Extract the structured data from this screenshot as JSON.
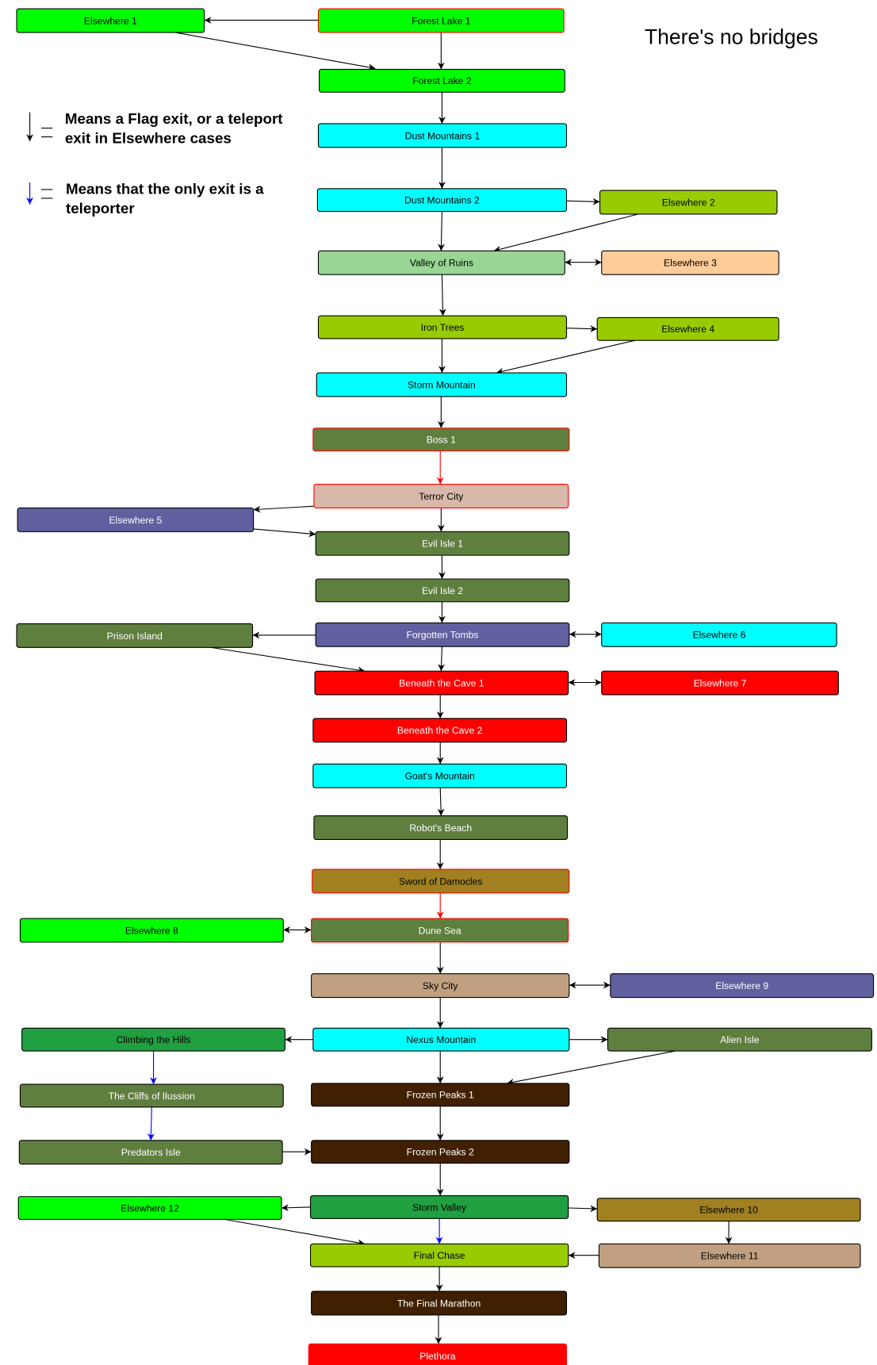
{
  "title": "There's no bridges",
  "legend": [
    {
      "arrow_color": "#000000",
      "lines": [
        "Means a Flag exit, or a teleport",
        "exit in Elsewhere cases"
      ]
    },
    {
      "arrow_color": "#0000ff",
      "lines": [
        "Means that the only exit is a",
        "teleporter"
      ]
    }
  ],
  "colors": {
    "green": "#00ff00",
    "cyan": "#00ffff",
    "lime": "#99cc00",
    "light_green": "#99d594",
    "peach": "#ffcc99",
    "olive": "#5f7f3f",
    "rose": "#d8b8a8",
    "purple": "#6060a0",
    "red": "#ff0000",
    "gold": "#a08020",
    "tan": "#c0a080",
    "dark_green": "#20a040",
    "brown": "#402000"
  },
  "nodes": [
    {
      "id": "e1",
      "label": "Elsewhere 1",
      "fill": "#00ff00",
      "text": "#000000",
      "border": "#000000"
    },
    {
      "id": "fl1",
      "label": "Forest Lake 1",
      "fill": "#00ff00",
      "text": "#000000",
      "border": "#ff0000"
    },
    {
      "id": "fl2",
      "label": "Forest Lake 2",
      "fill": "#00ff00",
      "text": "#000000",
      "border": "#000000"
    },
    {
      "id": "dm1",
      "label": "Dust Mountains 1",
      "fill": "#00ffff",
      "text": "#000000",
      "border": "#000000"
    },
    {
      "id": "dm2",
      "label": "Dust Mountains 2",
      "fill": "#00ffff",
      "text": "#000000",
      "border": "#000000"
    },
    {
      "id": "e2",
      "label": "Elsewhere 2",
      "fill": "#99cc00",
      "text": "#000000",
      "border": "#000000"
    },
    {
      "id": "vor",
      "label": "Valley of Ruins",
      "fill": "#99d594",
      "text": "#000000",
      "border": "#000000"
    },
    {
      "id": "e3",
      "label": "Elsewhere 3",
      "fill": "#ffcc99",
      "text": "#000000",
      "border": "#000000"
    },
    {
      "id": "it",
      "label": "Iron Trees",
      "fill": "#99cc00",
      "text": "#000000",
      "border": "#000000"
    },
    {
      "id": "e4",
      "label": "Elsewhere 4",
      "fill": "#99cc00",
      "text": "#000000",
      "border": "#000000"
    },
    {
      "id": "sm",
      "label": "Storm Mountain",
      "fill": "#00ffff",
      "text": "#000000",
      "border": "#000000"
    },
    {
      "id": "b1",
      "label": "Boss 1",
      "fill": "#5f7f3f",
      "text": "#ffffff",
      "border": "#ff0000"
    },
    {
      "id": "tc",
      "label": "Terror City",
      "fill": "#d8b8a8",
      "text": "#000000",
      "border": "#ff0000"
    },
    {
      "id": "e5",
      "label": "Elsewhere 5",
      "fill": "#6060a0",
      "text": "#ffffff",
      "border": "#000000"
    },
    {
      "id": "ei1",
      "label": "Evil Isle 1",
      "fill": "#5f7f3f",
      "text": "#ffffff",
      "border": "#000000"
    },
    {
      "id": "ei2",
      "label": "Evil Isle 2",
      "fill": "#5f7f3f",
      "text": "#ffffff",
      "border": "#000000"
    },
    {
      "id": "pi",
      "label": "Prison Island",
      "fill": "#5f7f3f",
      "text": "#ffffff",
      "border": "#000000"
    },
    {
      "id": "ft",
      "label": "Forgotten Tombs",
      "fill": "#6060a0",
      "text": "#ffffff",
      "border": "#000000"
    },
    {
      "id": "e6",
      "label": "Elsewhere 6",
      "fill": "#00ffff",
      "text": "#000000",
      "border": "#000000"
    },
    {
      "id": "btc1",
      "label": "Beneath the Cave 1",
      "fill": "#ff0000",
      "text": "#ffffff",
      "border": "#000000"
    },
    {
      "id": "e7",
      "label": "Elsewhere 7",
      "fill": "#ff0000",
      "text": "#ffffff",
      "border": "#000000"
    },
    {
      "id": "btc2",
      "label": "Beneath the Cave 2",
      "fill": "#ff0000",
      "text": "#ffffff",
      "border": "#000000"
    },
    {
      "id": "gm",
      "label": "Goat's Mountain",
      "fill": "#00ffff",
      "text": "#000000",
      "border": "#000000"
    },
    {
      "id": "rb",
      "label": "Robot's Beach",
      "fill": "#5f7f3f",
      "text": "#ffffff",
      "border": "#000000"
    },
    {
      "id": "sod",
      "label": "Sword of Damocles",
      "fill": "#a08020",
      "text": "#000000",
      "border": "#ff0000"
    },
    {
      "id": "e8",
      "label": "Elsewhere 8",
      "fill": "#00ff00",
      "text": "#000000",
      "border": "#000000"
    },
    {
      "id": "ds",
      "label": "Dune Sea",
      "fill": "#5f7f3f",
      "text": "#ffffff",
      "border": "#ff0000"
    },
    {
      "id": "sc",
      "label": "Sky City",
      "fill": "#c0a080",
      "text": "#000000",
      "border": "#000000"
    },
    {
      "id": "e9",
      "label": "Elsewhere 9",
      "fill": "#6060a0",
      "text": "#ffffff",
      "border": "#000000"
    },
    {
      "id": "cth",
      "label": "Climbing the Hills",
      "fill": "#20a040",
      "text": "#000000",
      "border": "#000000"
    },
    {
      "id": "nm",
      "label": "Nexus Mountain",
      "fill": "#00ffff",
      "text": "#000000",
      "border": "#000000"
    },
    {
      "id": "ai",
      "label": "Alien Isle",
      "fill": "#5f7f3f",
      "text": "#ffffff",
      "border": "#000000"
    },
    {
      "id": "coi",
      "label": "The Cliffs of Ilussion",
      "fill": "#5f7f3f",
      "text": "#ffffff",
      "border": "#000000"
    },
    {
      "id": "fp1",
      "label": "Frozen Peaks 1",
      "fill": "#402000",
      "text": "#ffffff",
      "border": "#000000"
    },
    {
      "id": "pri",
      "label": "Predators Isle",
      "fill": "#5f7f3f",
      "text": "#ffffff",
      "border": "#000000"
    },
    {
      "id": "fp2",
      "label": "Frozen Peaks 2",
      "fill": "#402000",
      "text": "#ffffff",
      "border": "#000000"
    },
    {
      "id": "e12",
      "label": "Elsewhere 12",
      "fill": "#00ff00",
      "text": "#000000",
      "border": "#000000"
    },
    {
      "id": "sv",
      "label": "Storm Valley",
      "fill": "#20a040",
      "text": "#000000",
      "border": "#000000"
    },
    {
      "id": "e10",
      "label": "Elsewhere 10",
      "fill": "#a08020",
      "text": "#000000",
      "border": "#000000"
    },
    {
      "id": "fc",
      "label": "Final Chase",
      "fill": "#99cc00",
      "text": "#000000",
      "border": "#000000"
    },
    {
      "id": "e11",
      "label": "Elsewhere 11",
      "fill": "#c0a080",
      "text": "#000000",
      "border": "#000000"
    },
    {
      "id": "tfm",
      "label": "The Final Marathon",
      "fill": "#402000",
      "text": "#ffffff",
      "border": "#000000"
    },
    {
      "id": "ple",
      "label": "Plethora",
      "fill": "#ff0000",
      "text": "#ffffff",
      "border": "#ff0000"
    }
  ],
  "edges": [
    {
      "from": "fl1",
      "to": "e1",
      "color": "black"
    },
    {
      "from": "e1",
      "to": "fl2",
      "color": "black"
    },
    {
      "from": "fl1",
      "to": "fl2",
      "color": "black"
    },
    {
      "from": "fl2",
      "to": "dm1",
      "color": "black"
    },
    {
      "from": "dm1",
      "to": "dm2",
      "color": "black"
    },
    {
      "from": "dm2",
      "to": "e2",
      "color": "black"
    },
    {
      "from": "e2",
      "to": "vor",
      "color": "black"
    },
    {
      "from": "dm2",
      "to": "vor",
      "color": "black"
    },
    {
      "from": "vor",
      "to": "e3",
      "color": "black",
      "both": true
    },
    {
      "from": "vor",
      "to": "it",
      "color": "black"
    },
    {
      "from": "it",
      "to": "e4",
      "color": "black"
    },
    {
      "from": "e4",
      "to": "sm",
      "color": "black"
    },
    {
      "from": "it",
      "to": "sm",
      "color": "black"
    },
    {
      "from": "sm",
      "to": "b1",
      "color": "black"
    },
    {
      "from": "b1",
      "to": "tc",
      "color": "red"
    },
    {
      "from": "tc",
      "to": "e5",
      "color": "black"
    },
    {
      "from": "e5",
      "to": "ei1",
      "color": "black"
    },
    {
      "from": "tc",
      "to": "ei1",
      "color": "black"
    },
    {
      "from": "ei1",
      "to": "ei2",
      "color": "black"
    },
    {
      "from": "ei2",
      "to": "ft",
      "color": "black"
    },
    {
      "from": "ft",
      "to": "pi",
      "color": "black"
    },
    {
      "from": "pi",
      "to": "btc1",
      "color": "black"
    },
    {
      "from": "ft",
      "to": "e6",
      "color": "black",
      "both": true
    },
    {
      "from": "ft",
      "to": "btc1",
      "color": "black"
    },
    {
      "from": "btc1",
      "to": "e7",
      "color": "black",
      "both": true
    },
    {
      "from": "btc1",
      "to": "btc2",
      "color": "black"
    },
    {
      "from": "btc2",
      "to": "gm",
      "color": "black"
    },
    {
      "from": "gm",
      "to": "rb",
      "color": "black"
    },
    {
      "from": "rb",
      "to": "sod",
      "color": "black"
    },
    {
      "from": "sod",
      "to": "ds",
      "color": "red"
    },
    {
      "from": "ds",
      "to": "e8",
      "color": "black",
      "both": true
    },
    {
      "from": "ds",
      "to": "sc",
      "color": "black"
    },
    {
      "from": "sc",
      "to": "e9",
      "color": "black",
      "both": true
    },
    {
      "from": "sc",
      "to": "nm",
      "color": "black"
    },
    {
      "from": "nm",
      "to": "cth",
      "color": "black"
    },
    {
      "from": "nm",
      "to": "ai",
      "color": "black"
    },
    {
      "from": "ai",
      "to": "fp1",
      "color": "black"
    },
    {
      "from": "nm",
      "to": "fp1",
      "color": "black"
    },
    {
      "from": "cth",
      "to": "coi",
      "color": "blue"
    },
    {
      "from": "coi",
      "to": "pri",
      "color": "blue"
    },
    {
      "from": "pri",
      "to": "fp2",
      "color": "black"
    },
    {
      "from": "fp1",
      "to": "fp2",
      "color": "black"
    },
    {
      "from": "fp2",
      "to": "sv",
      "color": "black"
    },
    {
      "from": "sv",
      "to": "e12",
      "color": "black"
    },
    {
      "from": "sv",
      "to": "e10",
      "color": "black"
    },
    {
      "from": "e12",
      "to": "fc",
      "color": "black"
    },
    {
      "from": "sv",
      "to": "fc",
      "color": "blue"
    },
    {
      "from": "e10",
      "to": "e11",
      "color": "black"
    },
    {
      "from": "e11",
      "to": "fc",
      "color": "black"
    },
    {
      "from": "fc",
      "to": "tfm",
      "color": "black"
    },
    {
      "from": "tfm",
      "to": "ple",
      "color": "black"
    }
  ]
}
